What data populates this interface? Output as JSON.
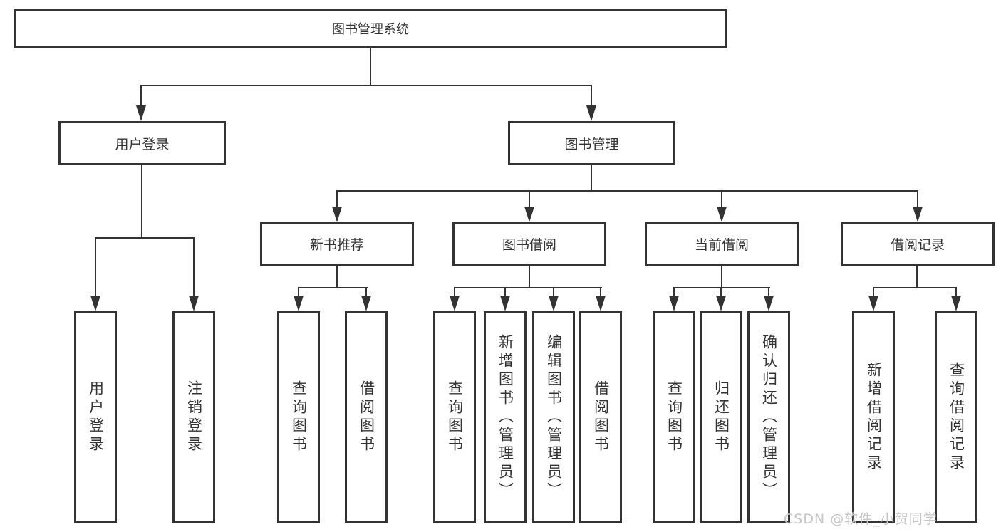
{
  "diagram": {
    "title": "图书管理系统",
    "level2": {
      "user_login": "用户登录",
      "book_mgmt": "图书管理"
    },
    "level3": {
      "new_book_rec": "新书推荐",
      "book_borrow": "图书借阅",
      "current_borrow": "当前借阅",
      "borrow_records": "借阅记录"
    },
    "leaves": {
      "user_login": [
        "用户登录",
        "注销登录"
      ],
      "new_book_rec": [
        "查询图书",
        "借阅图书"
      ],
      "book_borrow": [
        "查询图书",
        "新增图书（管理员）",
        "编辑图书（管理员）",
        "借阅图书"
      ],
      "current_borrow": [
        "查询图书",
        "归还图书",
        "确认归还（管理员）"
      ],
      "borrow_records": [
        "新增借阅记录",
        "查询借阅记录"
      ]
    },
    "watermark": "CSDN @软件_小贺同学",
    "colors": {
      "line": "#333333",
      "text": "#333333",
      "watermark": "#c6c6c6",
      "background": "#ffffff"
    }
  }
}
